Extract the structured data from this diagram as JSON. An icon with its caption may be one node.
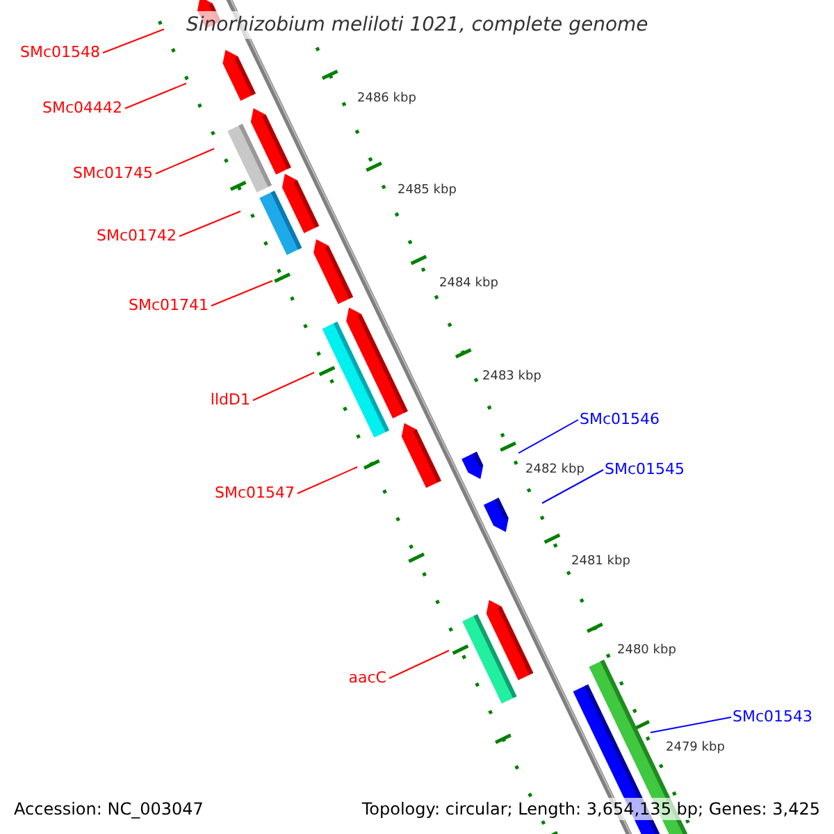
{
  "diagram": {
    "title": "Sinorhizobium meliloti 1021, complete genome",
    "nodes": [
      {
        "text": [
          "SMc01548"
        ]
      },
      {
        "text": [
          "SMc04442"
        ]
      },
      {
        "text": [
          "SMc01745"
        ]
      },
      {
        "text": [
          "SMc01742"
        ]
      },
      {
        "text": [
          "SMc01741"
        ]
      },
      {
        "text": [
          "lldD1"
        ]
      },
      {
        "text": [
          "SMc01546"
        ]
      },
      {
        "text": [
          "SMc01547"
        ]
      },
      {
        "text": [
          "SMc01545"
        ]
      },
      {
        "text": [
          "aacC"
        ]
      },
      {
        "text": [
          "SMc01543"
        ]
      }
    ],
    "edges": [
      {
        "from": 0,
        "to": null,
        "arrow": "none"
      },
      {
        "from": 1,
        "to": null,
        "arrow": "none"
      },
      {
        "from": 2,
        "to": null,
        "arrow": "none"
      },
      {
        "from": 3,
        "to": null,
        "arrow": "none"
      },
      {
        "from": 4,
        "to": null,
        "arrow": "none"
      },
      {
        "from": 5,
        "to": null,
        "arrow": "none"
      },
      {
        "from": 6,
        "to": null,
        "arrow": "none",
        "color": "#0000ff"
      },
      {
        "from": 7,
        "to": null,
        "arrow": "none"
      },
      {
        "from": 8,
        "to": null,
        "arrow": "none",
        "color": "#0000ff"
      },
      {
        "from": 9,
        "to": null,
        "arrow": "none"
      },
      {
        "from": 10,
        "to": null,
        "arrow": "none",
        "color": "#0000ff"
      }
    ],
    "labels": [
      "2486 kbp",
      "2485 kbp",
      "2484 kbp",
      "2483 kbp",
      "2482 kbp",
      "2481 kbp",
      "2480 kbp",
      "2479 kbp",
      "Accession: NC_003047",
      "Topology: circular; Length: 3,654,135 bp; Genes: 3,425"
    ]
  }
}
